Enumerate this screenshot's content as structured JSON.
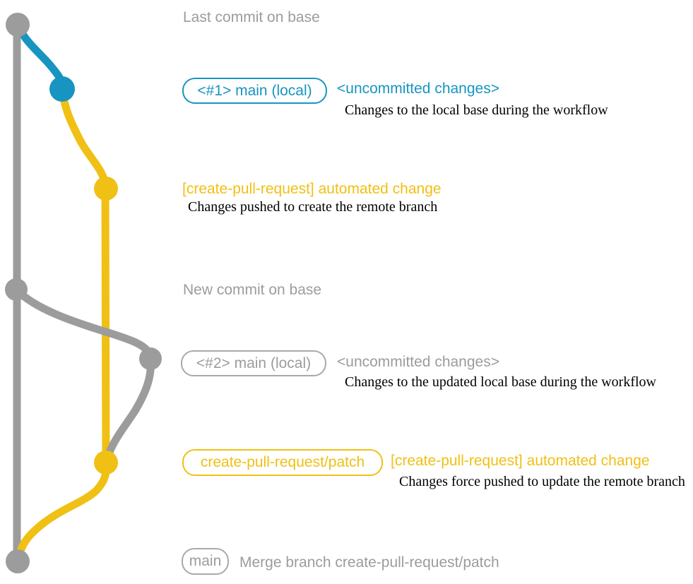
{
  "colors": {
    "gray": "#9c9c9c",
    "gray_border": "#a9a9a9",
    "blue": "#1795c0",
    "yellow": "#f0c014",
    "caption": "#000000"
  },
  "rows": [
    {
      "id": "last-commit-on-base",
      "title": "Last commit on base"
    },
    {
      "id": "local-main-1",
      "badge": "<#1> main (local)",
      "title": "<uncommitted changes>",
      "caption": "Changes to the local base during the workflow"
    },
    {
      "id": "automated-change-1",
      "title": "[create-pull-request] automated change",
      "caption": "Changes pushed to create the remote branch"
    },
    {
      "id": "new-commit-on-base",
      "title": "New commit on base"
    },
    {
      "id": "local-main-2",
      "badge": "<#2> main (local)",
      "title": "<uncommitted changes>",
      "caption": "Changes to the updated local base during the workflow"
    },
    {
      "id": "automated-change-2",
      "badge": "create-pull-request/patch",
      "title": "[create-pull-request] automated change",
      "caption": "Changes force pushed to update the remote branch"
    },
    {
      "id": "merge-commit",
      "badge": "main",
      "title": "Merge branch create-pull-request/patch"
    }
  ]
}
